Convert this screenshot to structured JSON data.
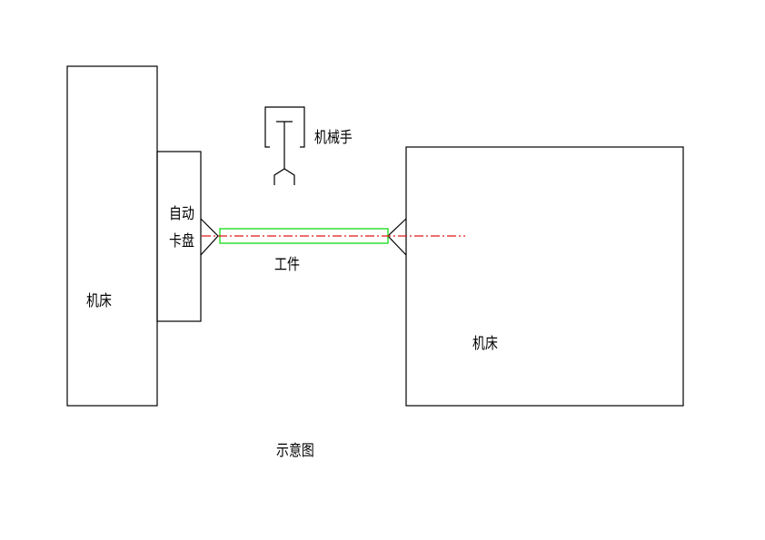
{
  "diagram": {
    "caption": "示意图",
    "left_machine": {
      "label": "机床"
    },
    "chuck": {
      "label_line1": "自动",
      "label_line2": "卡盘"
    },
    "robot_arm": {
      "label": "机械手"
    },
    "workpiece": {
      "label": "工件"
    },
    "right_machine": {
      "label": "机床"
    }
  },
  "colors": {
    "outline": "#000000",
    "workpiece": "#22dd22",
    "centerline": "#e01818"
  }
}
